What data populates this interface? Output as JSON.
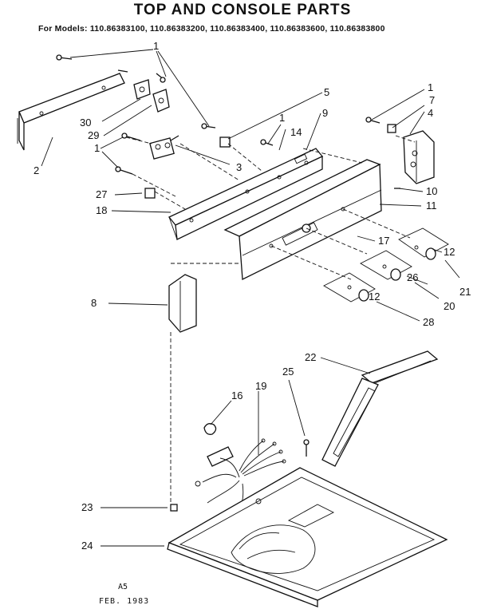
{
  "header": {
    "title": "TOP AND CONSOLE PARTS",
    "models": "For Models: 110.86383100, 110.86383200, 110.86383400, 110.86383600, 110.86383800"
  },
  "callouts": [
    {
      "id": "c1a",
      "text": "1"
    },
    {
      "id": "c1b",
      "text": "1"
    },
    {
      "id": "c1c",
      "text": "1"
    },
    {
      "id": "c1d",
      "text": "1"
    },
    {
      "id": "c2",
      "text": "2"
    },
    {
      "id": "c3",
      "text": "3"
    },
    {
      "id": "c4",
      "text": "4"
    },
    {
      "id": "c5",
      "text": "5"
    },
    {
      "id": "c7",
      "text": "7"
    },
    {
      "id": "c8",
      "text": "8"
    },
    {
      "id": "c9",
      "text": "9"
    },
    {
      "id": "c10",
      "text": "10"
    },
    {
      "id": "c11",
      "text": "11"
    },
    {
      "id": "c12a",
      "text": "12"
    },
    {
      "id": "c12b",
      "text": "12"
    },
    {
      "id": "c14",
      "text": "14"
    },
    {
      "id": "c16",
      "text": "16"
    },
    {
      "id": "c17",
      "text": "17"
    },
    {
      "id": "c18",
      "text": "18"
    },
    {
      "id": "c19",
      "text": "19"
    },
    {
      "id": "c20",
      "text": "20"
    },
    {
      "id": "c21",
      "text": "21"
    },
    {
      "id": "c22",
      "text": "22"
    },
    {
      "id": "c23",
      "text": "23"
    },
    {
      "id": "c24",
      "text": "24"
    },
    {
      "id": "c25",
      "text": "25"
    },
    {
      "id": "c26",
      "text": "26"
    },
    {
      "id": "c27",
      "text": "27"
    },
    {
      "id": "c28",
      "text": "28"
    },
    {
      "id": "c29",
      "text": "29"
    },
    {
      "id": "c30",
      "text": "30"
    }
  ],
  "footer": {
    "code": "A5",
    "date": "FEB. 1983"
  }
}
